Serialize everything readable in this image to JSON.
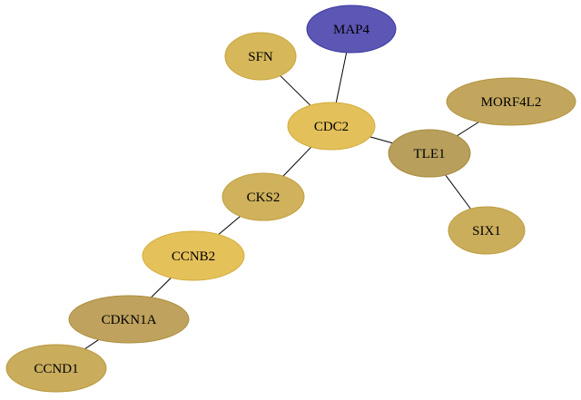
{
  "nodes": [
    {
      "id": "MAP4",
      "label": "MAP4",
      "color": "#5c57b4",
      "border": "#3b37a0"
    },
    {
      "id": "SFN",
      "label": "SFN",
      "color": "#d6b85a",
      "border": "#c8a640"
    },
    {
      "id": "CDC2",
      "label": "CDC2",
      "color": "#e3c05a",
      "border": "#d1ad3c"
    },
    {
      "id": "MORF4L2",
      "label": "MORF4L2",
      "color": "#c2a65d",
      "border": "#b3943f"
    },
    {
      "id": "TLE1",
      "label": "TLE1",
      "color": "#b89f5c",
      "border": "#a68c3e"
    },
    {
      "id": "CKS2",
      "label": "CKS2",
      "color": "#d0b25c",
      "border": "#c09f3e"
    },
    {
      "id": "SIX1",
      "label": "SIX1",
      "color": "#cbae5c",
      "border": "#bb9c3e"
    },
    {
      "id": "CCNB2",
      "label": "CCNB2",
      "color": "#e5c15a",
      "border": "#d3ae3c"
    },
    {
      "id": "CDKN1A",
      "label": "CDKN1A",
      "color": "#bea25d",
      "border": "#ae8f3f"
    },
    {
      "id": "CCND1",
      "label": "CCND1",
      "color": "#c9ac5c",
      "border": "#b99a3e"
    }
  ],
  "edges": [
    {
      "from": "MAP4",
      "to": "CDC2"
    },
    {
      "from": "SFN",
      "to": "CDC2"
    },
    {
      "from": "CDC2",
      "to": "TLE1"
    },
    {
      "from": "CDC2",
      "to": "CKS2"
    },
    {
      "from": "TLE1",
      "to": "MORF4L2"
    },
    {
      "from": "TLE1",
      "to": "SIX1"
    },
    {
      "from": "CKS2",
      "to": "CCNB2"
    },
    {
      "from": "CCNB2",
      "to": "CDKN1A"
    },
    {
      "from": "CDKN1A",
      "to": "CCND1"
    }
  ]
}
